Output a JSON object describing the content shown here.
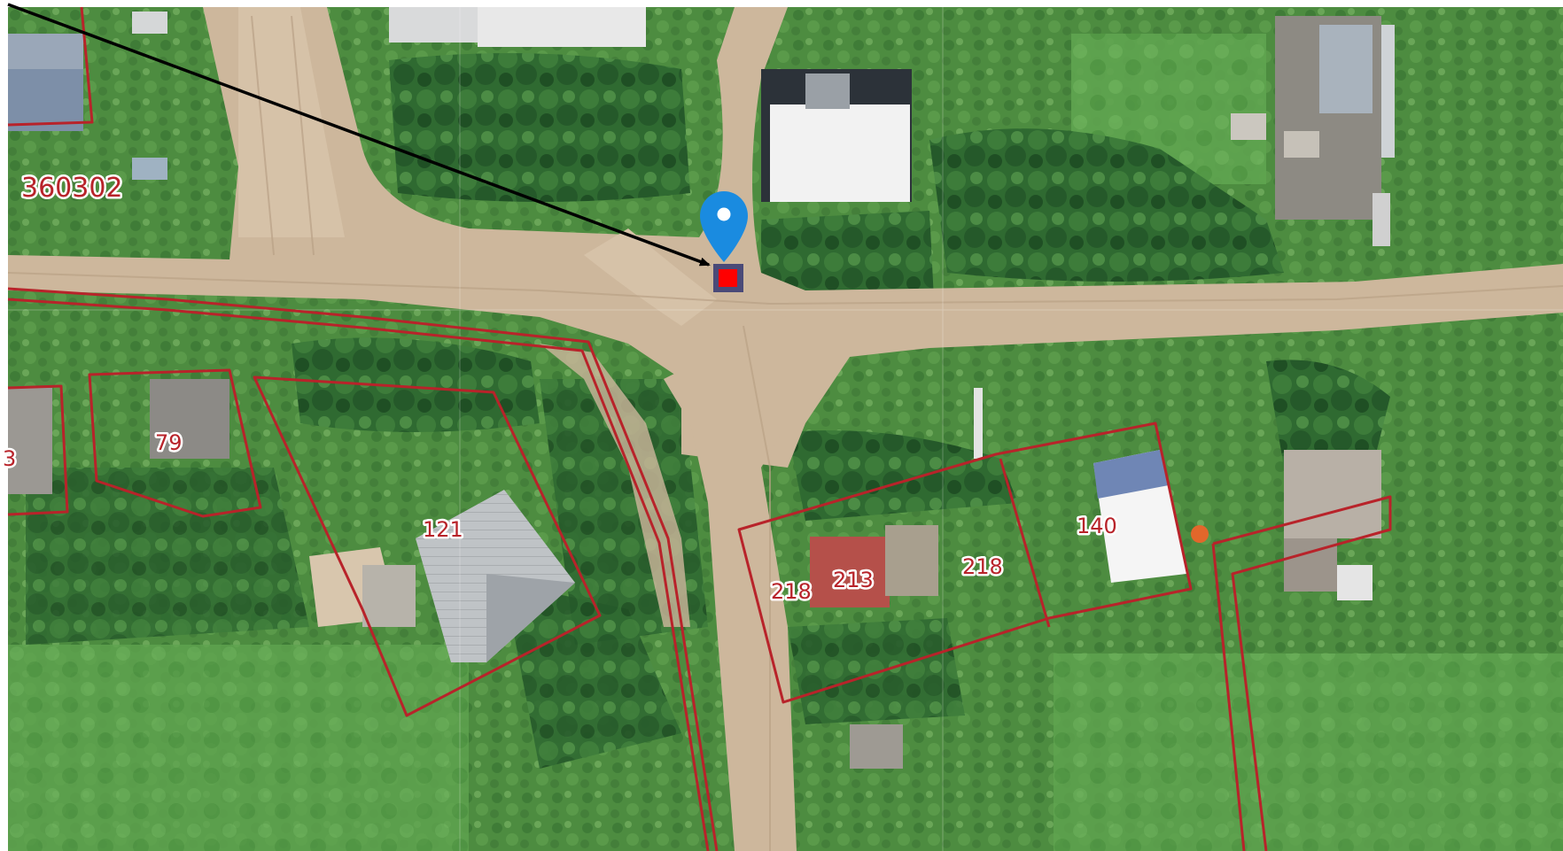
{
  "map": {
    "cadastral_block": "360302",
    "parcel_labels": {
      "p3": "3",
      "p79": "79",
      "p121": "121",
      "p213": "213",
      "p218a": "218",
      "p218b": "218",
      "p140": "140"
    },
    "colors": {
      "boundary": "#b8232a",
      "marker_pin": "#1a8be0",
      "marker_square": "#ff0000",
      "marker_border": "#4a4a78",
      "arrow": "#000000",
      "road": "#cdb79c",
      "vegetation": "#4b8b3e"
    },
    "icons": {
      "location_pin": "map-pin-icon",
      "target_marker": "red-square-marker"
    }
  }
}
